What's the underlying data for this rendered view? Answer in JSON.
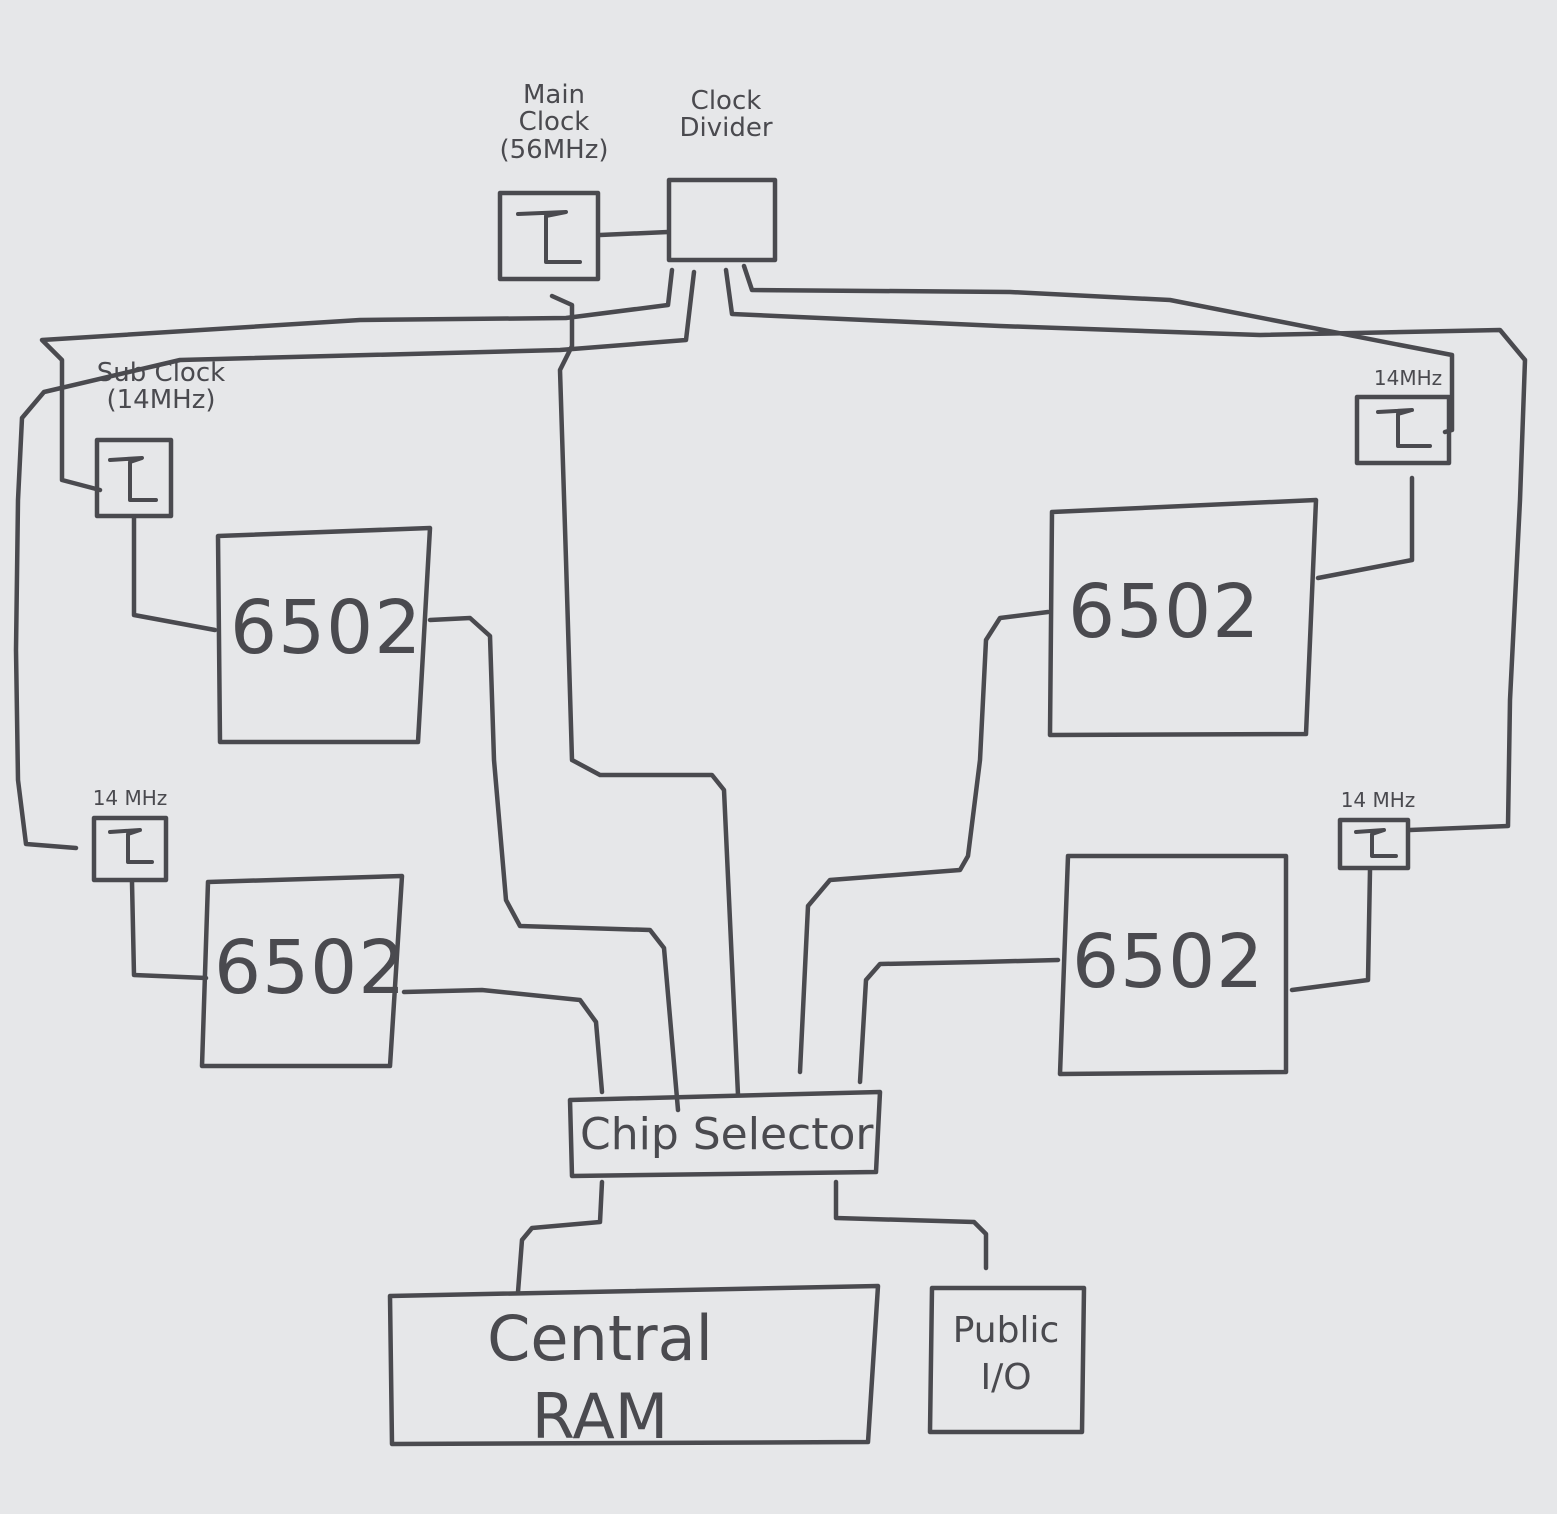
{
  "diagram": {
    "main_clock": {
      "label": "Main\nClock\n(56MHz)"
    },
    "clock_divider": {
      "label": "Clock\nDivider"
    },
    "sub_clocks": [
      {
        "label": "Sub Clock\n(14MHz)"
      },
      {
        "label": "14 MHz"
      },
      {
        "label": "14MHz"
      },
      {
        "label": "14 MHz"
      }
    ],
    "cpus": [
      {
        "label": "6502"
      },
      {
        "label": "6502"
      },
      {
        "label": "6502"
      },
      {
        "label": "6502"
      }
    ],
    "chip_selector": {
      "label": "Chip Selector"
    },
    "central_ram": {
      "label": "Central\nRAM"
    },
    "public_io": {
      "label": "Public\nI/O"
    }
  }
}
